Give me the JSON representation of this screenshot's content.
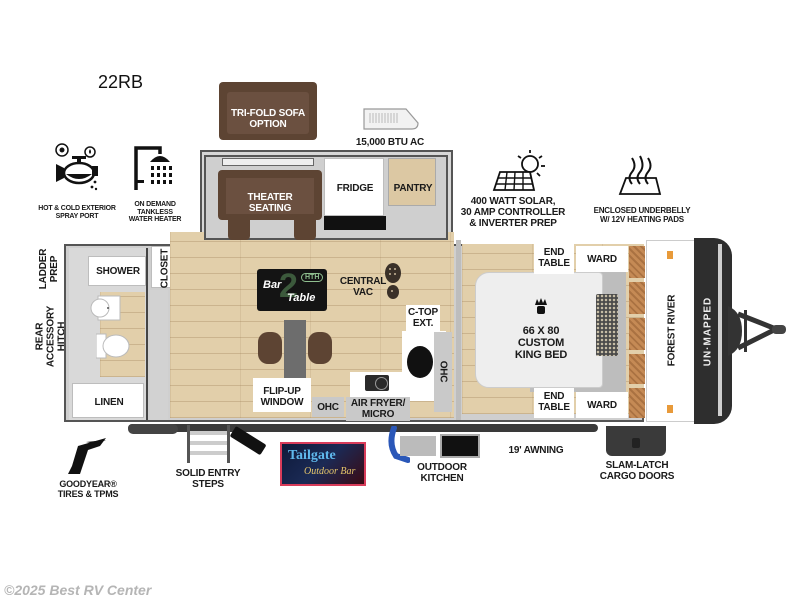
{
  "model": "22RB",
  "footer": "©2025 Best RV Center",
  "features_top": {
    "spray_port": "HOT & COLD EXTERIOR\nSPRAY PORT",
    "water_heater": "ON DEMAND\nTANKLESS\nWATER HEATER",
    "sofa_option": "TRI-FOLD SOFA\nOPTION",
    "ac": "15,000 BTU AC",
    "solar": "400 WATT SOLAR,\n30 AMP CONTROLLER\n& INVERTER PREP",
    "underbelly": "ENCLOSED UNDERBELLY\nW/ 12V HEATING PADS"
  },
  "features_left": {
    "ladder": "LADDER\nPREP",
    "hitch": "REAR\nACCESSORY\nHITCH"
  },
  "rooms": {
    "shower": "SHOWER",
    "closet": "CLOSET",
    "linen": "LINEN",
    "theater": "THEATER\nSEATING",
    "fridge": "FRIDGE",
    "pantry": "PANTRY",
    "central_vac": "CENTRAL\nVAC",
    "bar_table_badge": {
      "line1": "Bar",
      "number": "2",
      "line2": "Table",
      "brand": "HTH"
    },
    "ctop": "C-TOP\nEXT.",
    "ohc_right": "OHC",
    "flip_window": "FLIP-UP\nWINDOW",
    "ohc_bottom": "OHC",
    "air_fryer": "AIR FRYER/\nMICRO",
    "end_table_top": "END\nTABLE",
    "end_table_bottom": "END\nTABLE",
    "ward_top": "WARD",
    "ward_bottom": "WARD",
    "bed": "66 X 80\nCUSTOM\nKING BED",
    "brand": "FOREST RIVER",
    "unmapped": "UN·MAPPED"
  },
  "features_bottom": {
    "goodyear": "GOODYEAR®\nTIRES & TPMS",
    "steps": "SOLID ENTRY\nSTEPS",
    "tailgate": {
      "line1": "Tailgate",
      "line2": "Outdoor Bar"
    },
    "kitchen": "OUTDOOR\nKITCHEN",
    "awning": "19' AWNING",
    "cargo": "SLAM-LATCH\nCARGO DOORS"
  },
  "colors": {
    "wall": "#555555",
    "floor": "#e2cfaa",
    "sofa": "#5d4433",
    "cabinet": "#c58a55",
    "front_cap": "#2e2e2e",
    "footer": "#b5b5b5"
  }
}
